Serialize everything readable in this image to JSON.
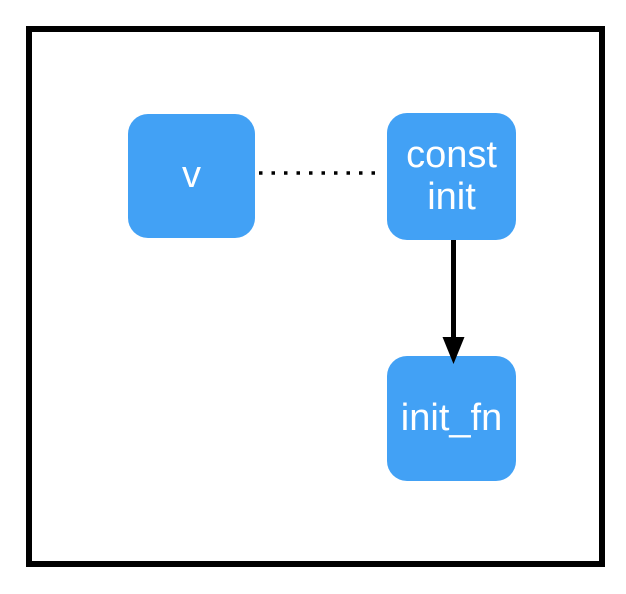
{
  "diagram": {
    "background_color": "#ffffff",
    "frame_color": "#000000",
    "node_fill_color": "#42a1f5",
    "node_text_color": "#ffffff",
    "edge_color": "#000000",
    "nodes": [
      {
        "id": "v",
        "label": "v"
      },
      {
        "id": "const_init",
        "label_line1": "const",
        "label_line2": "init"
      },
      {
        "id": "init_fn",
        "label": "init_fn"
      }
    ],
    "edges": [
      {
        "from": "v",
        "to": "const_init",
        "style": "dotted",
        "arrow": false
      },
      {
        "from": "const_init",
        "to": "init_fn",
        "style": "solid",
        "arrow": true
      }
    ]
  }
}
